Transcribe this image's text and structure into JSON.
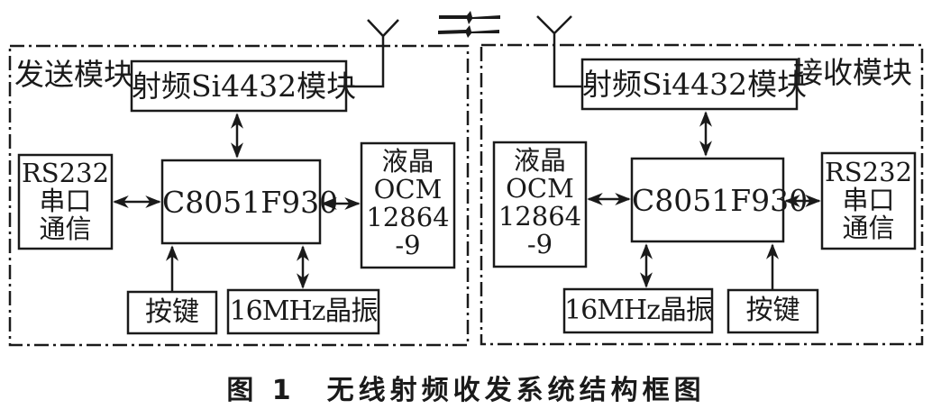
{
  "caption": "图 1　无线射频收发系统结构框图",
  "wireless_link_symbol": "lightning-zigzag",
  "transmitter": {
    "title": "发送模块",
    "rf_module": "射频Si4432模块",
    "mcu": "C8051F930",
    "serial": [
      "RS232",
      "串口",
      "通信"
    ],
    "lcd": [
      "液晶",
      "OCM",
      "12864",
      "-9"
    ],
    "keys": "按键",
    "crystal": "16MHz晶振"
  },
  "receiver": {
    "title": "接收模块",
    "rf_module": "射频Si4432模块",
    "mcu": "C8051F930",
    "serial": [
      "RS232",
      "串口",
      "通信"
    ],
    "lcd": [
      "液晶",
      "OCM",
      "12864",
      "-9"
    ],
    "keys": "按键",
    "crystal": "16MHz晶振"
  },
  "connections": [
    {
      "from": "rf_module",
      "to": "mcu",
      "direction": "bidirectional"
    },
    {
      "from": "serial",
      "to": "mcu",
      "direction": "bidirectional"
    },
    {
      "from": "mcu",
      "to": "lcd",
      "direction": "bidirectional"
    },
    {
      "from": "crystal",
      "to": "mcu",
      "direction": "bidirectional"
    },
    {
      "from": "keys",
      "to": "mcu",
      "direction": "unidirectional"
    },
    {
      "from": "rf_module",
      "to": "antenna",
      "direction": "line"
    }
  ]
}
